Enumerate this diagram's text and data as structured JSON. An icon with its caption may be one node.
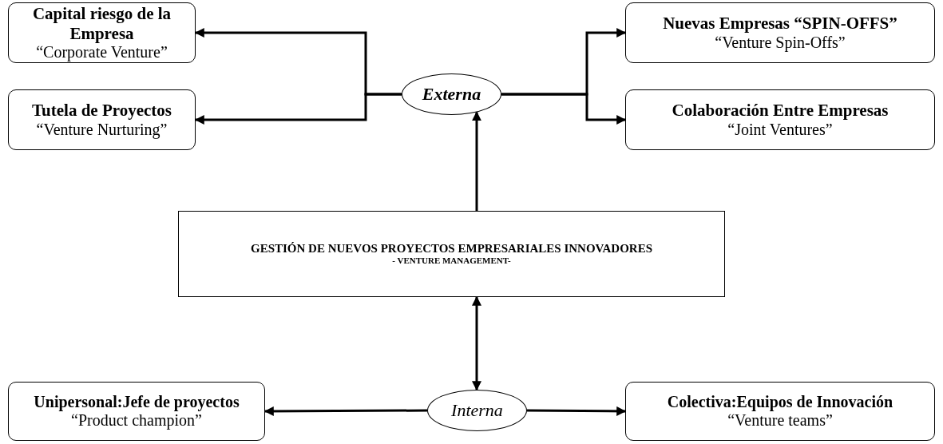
{
  "diagram": {
    "nodes": [
      {
        "text": [
          "Capital riesgo de la Empresa",
          "“Corporate Venture”"
        ]
      },
      {
        "text": [
          "Tutela de Proyectos",
          "“Venture Nurturing”"
        ]
      },
      {
        "text": [
          "Externa"
        ]
      },
      {
        "text": [
          "Nuevas Empresas “SPIN-OFFS”",
          "“Venture Spin-Offs”"
        ]
      },
      {
        "text": [
          "Colaboración Entre Empresas",
          "“Joint Ventures”"
        ]
      },
      {
        "text": [
          "GESTIÓN DE NUEVOS PROYECTOS EMPRESARIALES INNOVADORES",
          "- VENTURE MANAGEMENT-"
        ]
      },
      {
        "text": [
          "Interna"
        ]
      },
      {
        "text": [
          "Unipersonal:Jefe de proyectos",
          "“Product champion”"
        ]
      },
      {
        "text": [
          "Colectiva:Equipos de Innovación",
          "“Venture teams”"
        ]
      }
    ],
    "edges": [
      {
        "from": 2,
        "to": 0,
        "arrow": "to"
      },
      {
        "from": 2,
        "to": 1,
        "arrow": "to"
      },
      {
        "from": 2,
        "to": 3,
        "arrow": "to"
      },
      {
        "from": 2,
        "to": 4,
        "arrow": "to"
      },
      {
        "from": 5,
        "to": 2,
        "arrow": "to"
      },
      {
        "from": 5,
        "to": 6,
        "arrow": "both"
      },
      {
        "from": 6,
        "to": 7,
        "arrow": "to"
      },
      {
        "from": 6,
        "to": 8,
        "arrow": "to"
      }
    ]
  }
}
